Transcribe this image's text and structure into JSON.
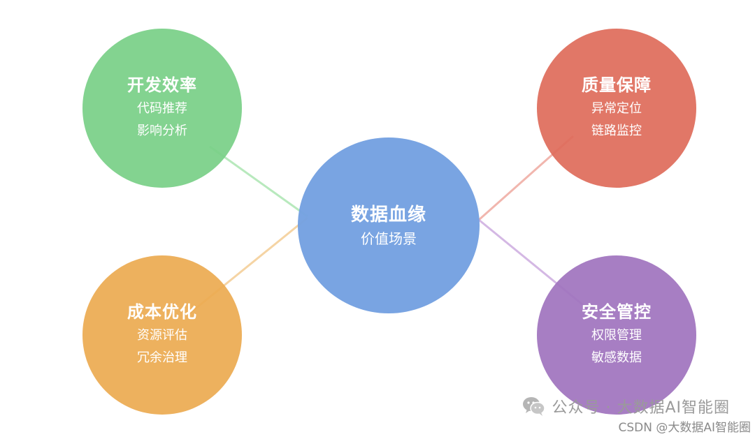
{
  "diagram": {
    "center": {
      "title": "数据血缘",
      "subtitle": "价值场景",
      "color": "#75A1E1"
    },
    "nodes": {
      "efficiency": {
        "title": "开发效率",
        "items": [
          "代码推荐",
          "影响分析"
        ],
        "color": "#78CF87"
      },
      "quality": {
        "title": "质量保障",
        "items": [
          "异常定位",
          "链路监控"
        ],
        "color": "#DE6B5A"
      },
      "cost": {
        "title": "成本优化",
        "items": [
          "资源评估",
          "冗余治理"
        ],
        "color": "#EBAA50"
      },
      "security": {
        "title": "安全管控",
        "items": [
          "权限管理",
          "敏感数据"
        ],
        "color": "#A073BE"
      }
    }
  },
  "watermark": {
    "wechat_text": "公众号 · 大数据AI智能圈",
    "csdn_text": "CSDN @大数据AI智能圈",
    "icon": "wechat-icon"
  }
}
